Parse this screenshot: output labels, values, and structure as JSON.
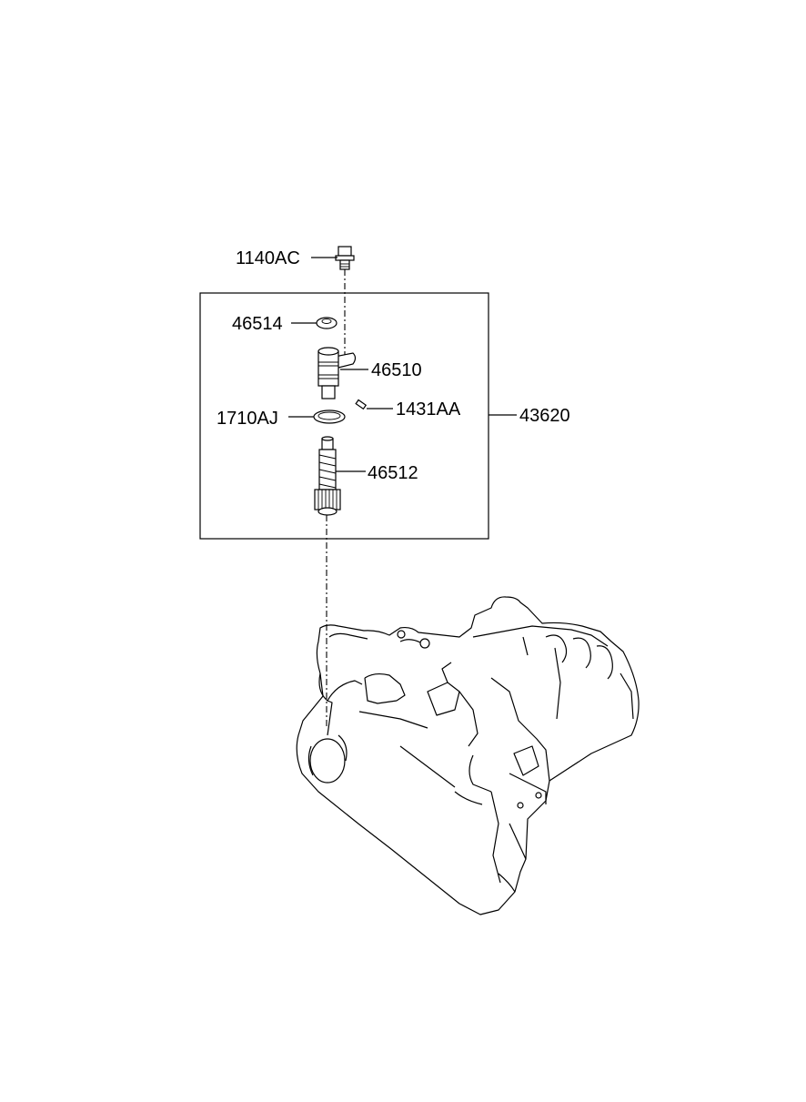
{
  "parts": {
    "bolt": "1140AC",
    "bushing": "46514",
    "sleeve": "46510",
    "pin": "1431AA",
    "o_ring": "1710AJ",
    "gear": "46512",
    "assembly": "43620"
  }
}
